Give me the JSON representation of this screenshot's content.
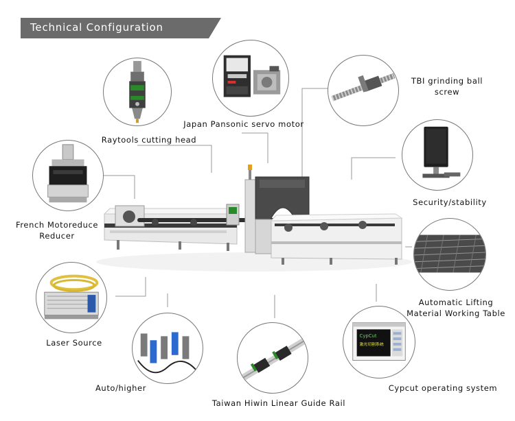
{
  "header": {
    "title": "Technical Configuration"
  },
  "components": {
    "cutting_head": "Raytools cutting head",
    "servo_motor": "Japan Pansonic servo motor",
    "ball_screw_line1": "TBI grinding ball",
    "ball_screw_line2": "screw",
    "security": "Security/stability",
    "reducer_line1": "French Motoreduce",
    "reducer_line2": "Reducer",
    "lifting_table_line1": "Automatic Lifting",
    "lifting_table_line2": "Material Working Table",
    "laser_source": "Laser Source",
    "auto_higher": "Auto/higher",
    "guide_rail": "Taiwan Hiwin Linear Guide Rail",
    "operating_system": "Cypcut operating system"
  },
  "screen_text": {
    "title": "CypCut",
    "subtitle": "激光切割系统"
  },
  "colors": {
    "banner": "#6b6b6b",
    "accent": "#2a8a2a",
    "machine_body": "#eeeeee",
    "machine_dark": "#3a3a3a"
  }
}
